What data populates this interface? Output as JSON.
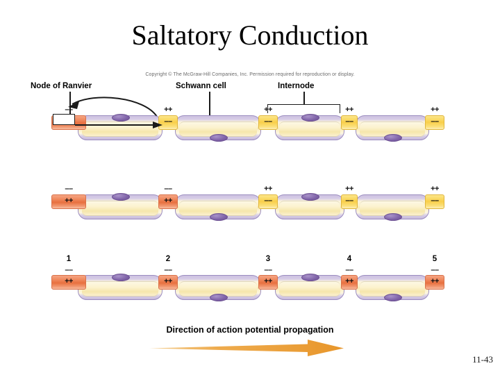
{
  "slide": {
    "title": "Saltatory Conduction",
    "copyright": "Copyright © The McGraw-Hill Companies, Inc. Permission required for reproduction or display.",
    "page_number": "11-43",
    "caption": "Direction of action potential propagation",
    "background": "#ffffff"
  },
  "labels": {
    "node_of_ranvier": "Node of Ranvier",
    "schwann_cell": "Schwann cell",
    "internode": "Internode"
  },
  "colors": {
    "depolarized_node": "#e8703f",
    "resting_node": "#f9cf4a",
    "myelin": "#cdc2e0",
    "axoplasm": "#fbf0c9",
    "nucleus": "#7f63a8",
    "arrow": "#e8a33d",
    "leader_line": "#1a1a1a"
  },
  "diagram": {
    "node_count": 5,
    "internode_count": 4,
    "rows": [
      {
        "id": "row-1",
        "name": "stage-1",
        "nodes": [
          {
            "index": 1,
            "state": "depolarized",
            "inside": "++",
            "above": "––",
            "boxed": true
          },
          {
            "index": 2,
            "state": "resting",
            "inside": "––",
            "above": "++",
            "boxed": false
          },
          {
            "index": 3,
            "state": "resting",
            "inside": "––",
            "above": "++",
            "boxed": false
          },
          {
            "index": 4,
            "state": "resting",
            "inside": "––",
            "above": "++",
            "boxed": false
          },
          {
            "index": 5,
            "state": "resting",
            "inside": "––",
            "above": "++",
            "boxed": false
          }
        ],
        "nucleus_positions": [
          "top",
          "bottom",
          "top",
          "bottom"
        ],
        "local_current_arrow": true
      },
      {
        "id": "row-2",
        "name": "stage-2",
        "nodes": [
          {
            "index": 1,
            "state": "depolarized",
            "inside": "++",
            "above": "––",
            "boxed": false
          },
          {
            "index": 2,
            "state": "depolarized",
            "inside": "++",
            "above": "––",
            "boxed": false
          },
          {
            "index": 3,
            "state": "resting",
            "inside": "––",
            "above": "++",
            "boxed": false
          },
          {
            "index": 4,
            "state": "resting",
            "inside": "––",
            "above": "++",
            "boxed": false
          },
          {
            "index": 5,
            "state": "resting",
            "inside": "––",
            "above": "++",
            "boxed": false
          }
        ],
        "nucleus_positions": [
          "top",
          "bottom",
          "top",
          "bottom"
        ],
        "local_current_arrow": false
      },
      {
        "id": "row-3",
        "name": "stage-3",
        "numbered": true,
        "numbers": [
          "1",
          "2",
          "3",
          "4",
          "5"
        ],
        "nodes": [
          {
            "index": 1,
            "state": "depolarized",
            "inside": "++",
            "above": "––",
            "boxed": false
          },
          {
            "index": 2,
            "state": "depolarized",
            "inside": "++",
            "above": "––",
            "boxed": false
          },
          {
            "index": 3,
            "state": "depolarized",
            "inside": "++",
            "above": "––",
            "boxed": false
          },
          {
            "index": 4,
            "state": "depolarized",
            "inside": "++",
            "above": "––",
            "boxed": false
          },
          {
            "index": 5,
            "state": "depolarized",
            "inside": "++",
            "above": "––",
            "boxed": false
          }
        ],
        "nucleus_positions": [
          "top",
          "bottom",
          "top",
          "bottom"
        ],
        "local_current_arrow": false
      }
    ]
  }
}
